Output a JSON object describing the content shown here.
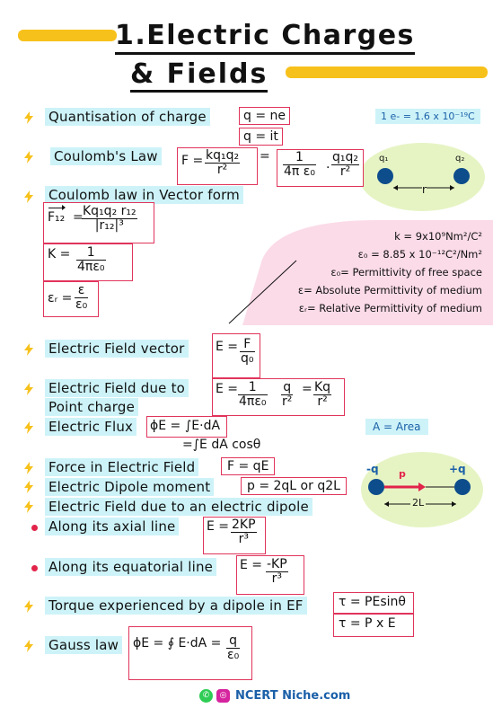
{
  "header": {
    "title_line1": "1.Electric Charges",
    "title_line2": "& Fields",
    "colors": {
      "yellow": "#f7c11b",
      "cyan": "#cdf3f8",
      "pink_box": "#e0345c",
      "green_blob": "#e6f4c4",
      "pink_blob": "#fbdbe8",
      "charge": "#0e4d8c"
    }
  },
  "notes": {
    "electron_charge": "1 e-  = 1.6 x 10⁻¹⁹C",
    "area": "A = Area"
  },
  "rows": {
    "quantisation": {
      "label": "Quantisation of charge",
      "eq1": "q = ne",
      "eq2": "q = it"
    },
    "coulomb": {
      "label": "Coulomb's Law",
      "lhs": "F =",
      "num1": "kq₁q₂",
      "den1": "r²",
      "eq": "=",
      "num2": "1",
      "den2": "4π ε₀",
      "dot": ".",
      "num3": "q₁q₂",
      "den3": "r²"
    },
    "coulomb_vector": {
      "label": "Coulomb law in Vector form",
      "f12": "F₁₂",
      "eq": "=",
      "num": "Kq₁q₂ r₁₂",
      "den": "|r₁₂|³",
      "k_lhs": "K =",
      "k_num": "1",
      "k_den": "4πε₀",
      "er_lhs": "εᵣ =",
      "er_num": "ε",
      "er_den": "ε₀"
    },
    "constants": {
      "k": "k = 9x10⁹Nm²/C²",
      "e0": "ε₀ = 8.85 x 10⁻¹²C²/Nm²",
      "e0_desc": "ε₀= Permittivity of free space",
      "e_desc": "ε= Absolute Permittivity of medium",
      "er_desc": "εᵣ= Relative Permittivity of medium"
    },
    "field_vector": {
      "label": "Electric Field vector",
      "lhs": "E =",
      "num": "F",
      "den": "q₀"
    },
    "field_point": {
      "label1": "Electric Field due to",
      "label2": "Point charge",
      "lhs": "E =",
      "num1": "1",
      "den1": "4πε₀",
      "num2": "q",
      "den2": "r²",
      "eq": "=",
      "num3": "Kq",
      "den3": "r²"
    },
    "flux": {
      "label": "Electric Flux",
      "lhs": "ϕE =",
      "rhs": "∫E·dA",
      "line2": "=∫E dA cosθ"
    },
    "force": {
      "label": "Force in Electric Field",
      "eq": "F = qE"
    },
    "dipole": {
      "label": "Electric Dipole moment",
      "eq": "p = 2qL or q2L"
    },
    "dipole_field": {
      "label": "Electric Field due to an electric dipole"
    },
    "axial": {
      "label": "Along its axial line",
      "lhs": "E =",
      "num": "2KP",
      "den": "r³"
    },
    "equatorial": {
      "label": "Along its equatorial line",
      "lhs": "E =",
      "num": "-KP",
      "den": "r³"
    },
    "torque": {
      "label": "Torque experienced by a dipole in EF",
      "eq1": "τ = PEsinθ",
      "eq2": "τ = P x E"
    },
    "gauss": {
      "label": "Gauss law",
      "lhs": "ϕE = ∮ E·dA =",
      "num": "q",
      "den": "ε₀"
    }
  },
  "diagrams": {
    "coulomb": {
      "q1": "q₁",
      "q2": "q₂",
      "r": "r"
    },
    "dipole": {
      "neg": "-q",
      "pos": "+q",
      "p": "p",
      "len": "2L"
    }
  },
  "footer": {
    "brand": "NCERT Niche.com"
  }
}
